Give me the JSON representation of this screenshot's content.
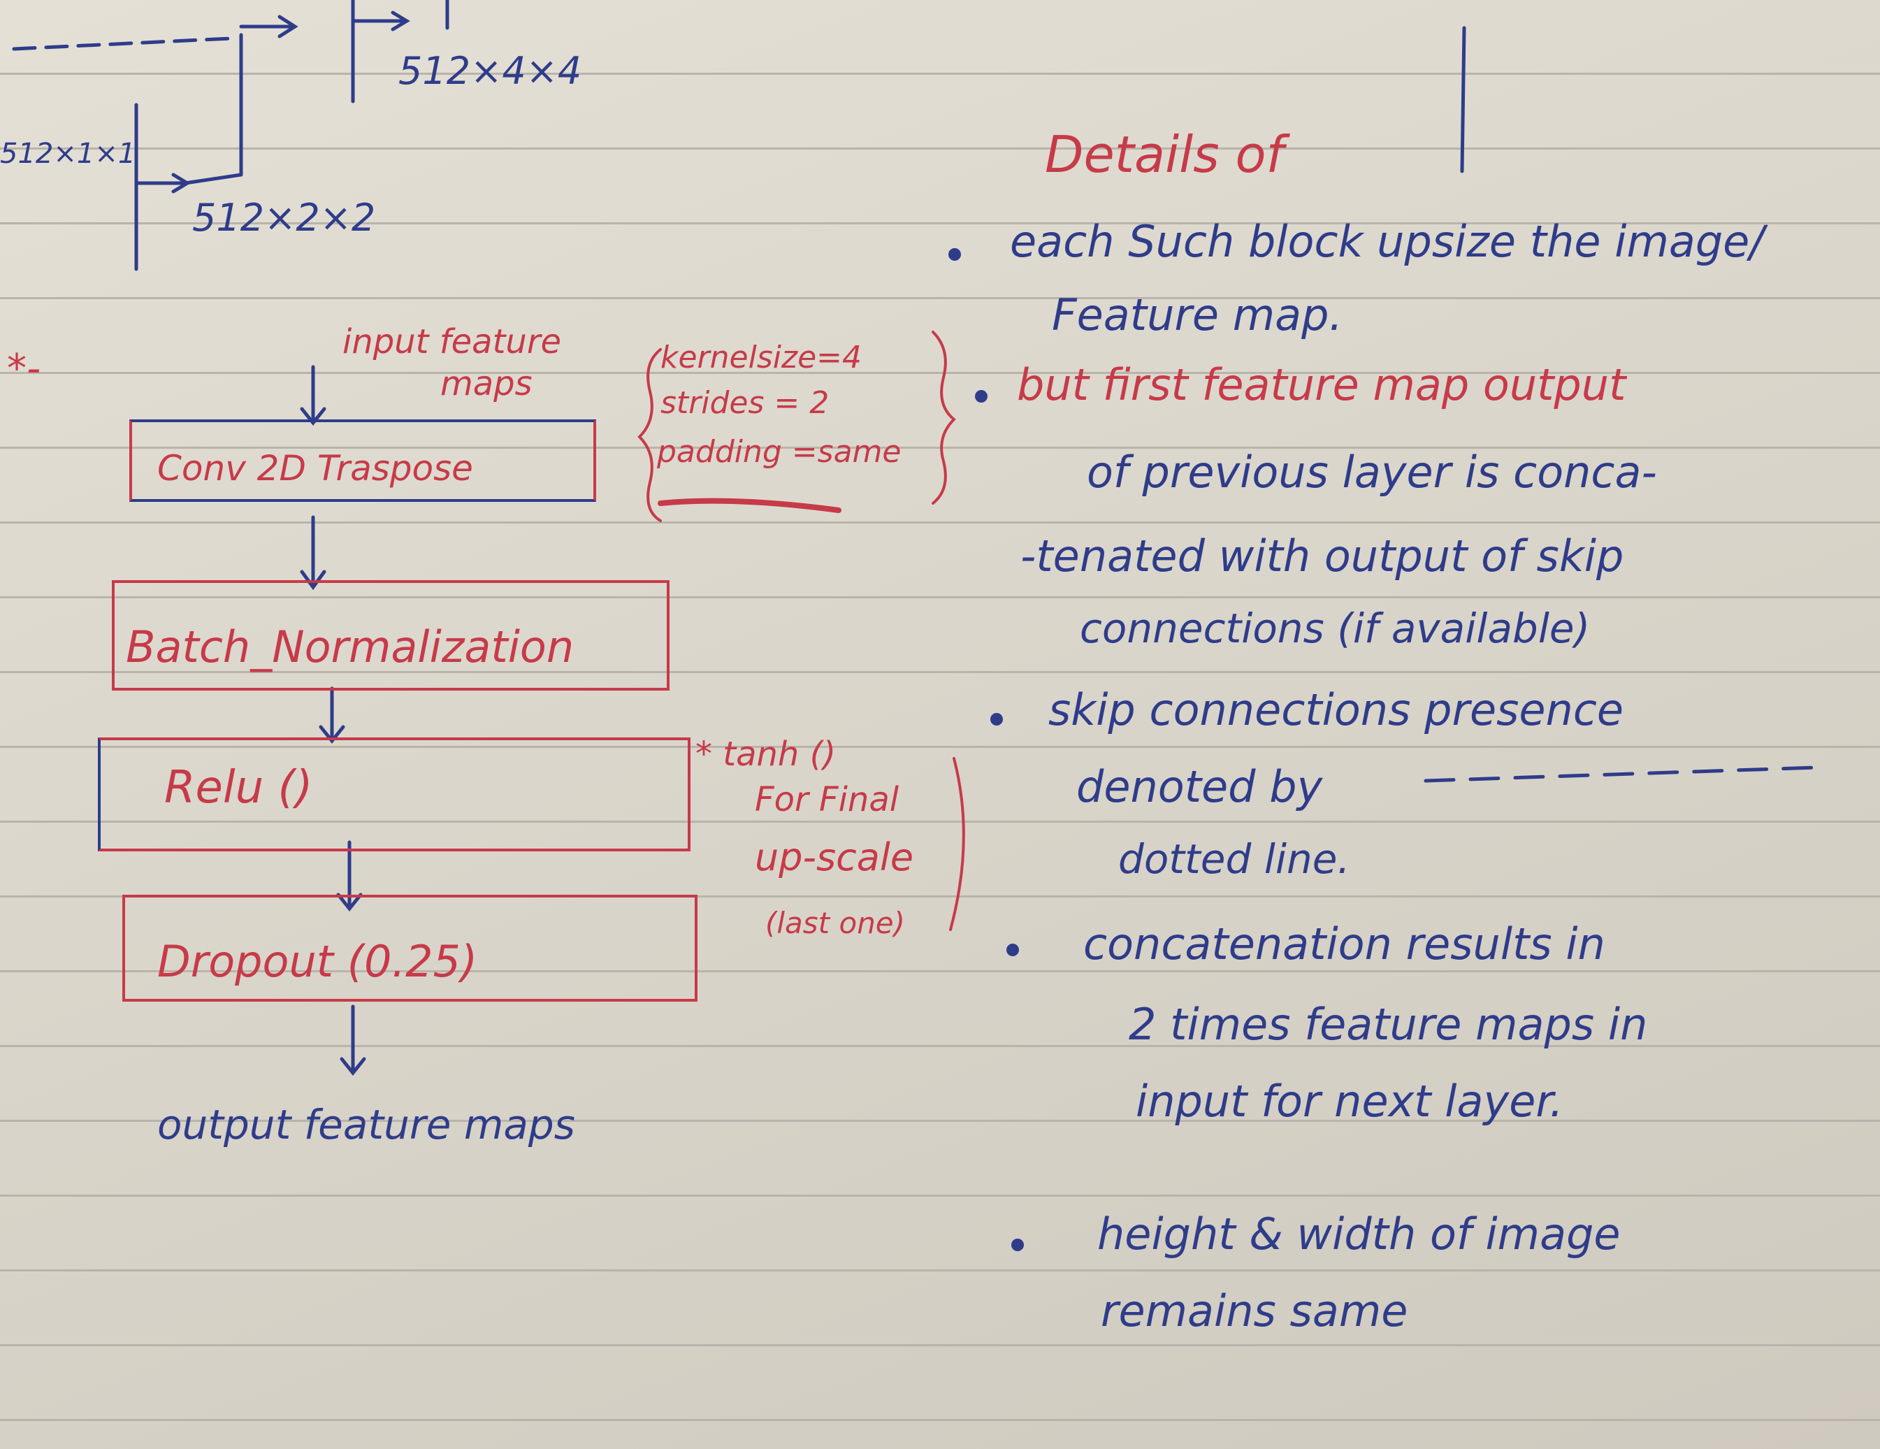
{
  "top_diagram": {
    "label_top": "512×4×4",
    "label_left": "512×1×1",
    "label_mid": "512×2×2"
  },
  "flow": {
    "input_label_1": "input feature",
    "input_label_2": "maps",
    "block_conv": "Conv 2D Traspose",
    "block_bn": "Batch_Normalization",
    "block_relu": "Relu ()",
    "block_dropout": "Dropout (0.25)",
    "output_label": "output feature maps"
  },
  "params": {
    "kernel": "kernelsize=4",
    "strides": "strides = 2",
    "padding": "padding =same"
  },
  "relu_note": {
    "line1": "* tanh ()",
    "line2": "For Final",
    "line3": "up-scale",
    "line4": "(last one)"
  },
  "details": {
    "heading": "Details of",
    "bullets": [
      {
        "lines": [
          "each Such block upsize the image/",
          "Feature map."
        ]
      },
      {
        "lines": [
          "but first feature map output",
          "of previous layer is conca-",
          "-tenated with output of skip",
          "connections (if available)"
        ]
      },
      {
        "lines": [
          "skip connections presence",
          "denoted by",
          "dotted line."
        ]
      },
      {
        "lines": [
          "concatenation results in",
          "2 times feature maps in",
          "input for next layer."
        ]
      },
      {
        "lines": [
          "height & width of image",
          "remains same"
        ]
      }
    ],
    "dashed_sample": "- - - - - - - -"
  },
  "margin_mark": "*-"
}
